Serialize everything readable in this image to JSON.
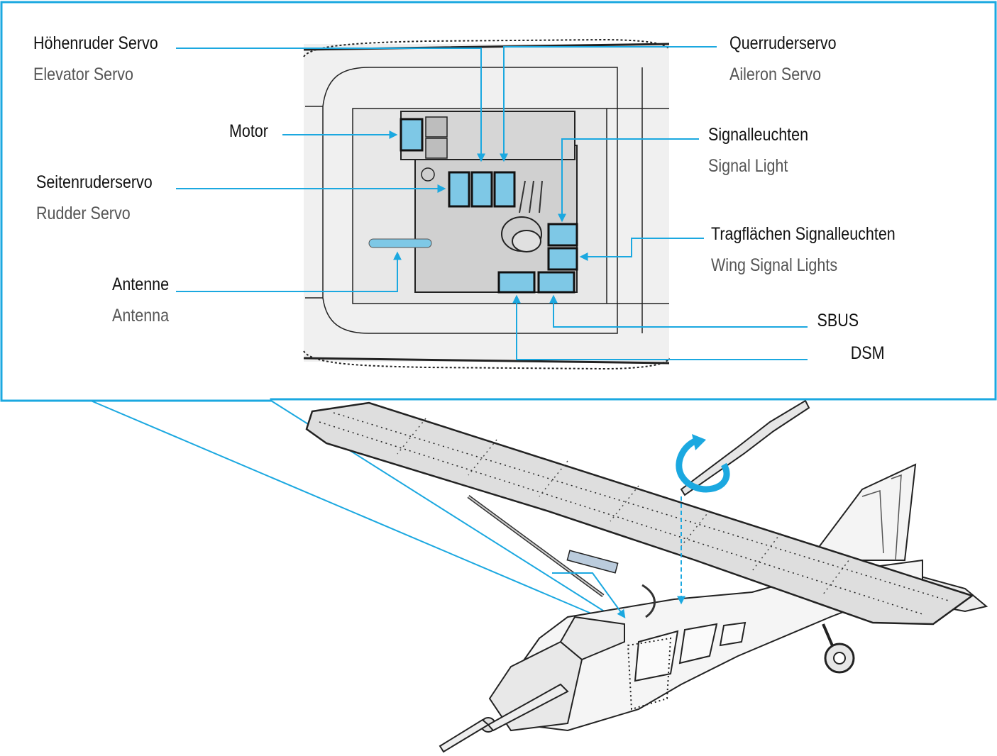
{
  "colors": {
    "accent": "#1ba8e0",
    "connector": "#7ec8e6",
    "board": "#cfcfcf",
    "fuselage": "#f0f0f0",
    "wing": "#dedede",
    "outline": "#222222"
  },
  "labels": {
    "elevator": {
      "de": "Höhenruder Servo",
      "en": "Elevator Servo"
    },
    "aileron": {
      "de": "Querruderservo",
      "en": "Aileron Servo"
    },
    "motor": {
      "de": "Motor"
    },
    "signal": {
      "de": "Signalleuchten",
      "en": "Signal Light"
    },
    "rudder": {
      "de": "Seitenruderservo",
      "en": "Rudder Servo"
    },
    "wing_signal": {
      "de": "Tragflächen Signalleuchten",
      "en": "Wing Signal Lights"
    },
    "antenna": {
      "de": "Antenne",
      "en": "Antenna"
    },
    "sbus": {
      "de": "SBUS"
    },
    "dsm": {
      "de": "DSM"
    }
  }
}
